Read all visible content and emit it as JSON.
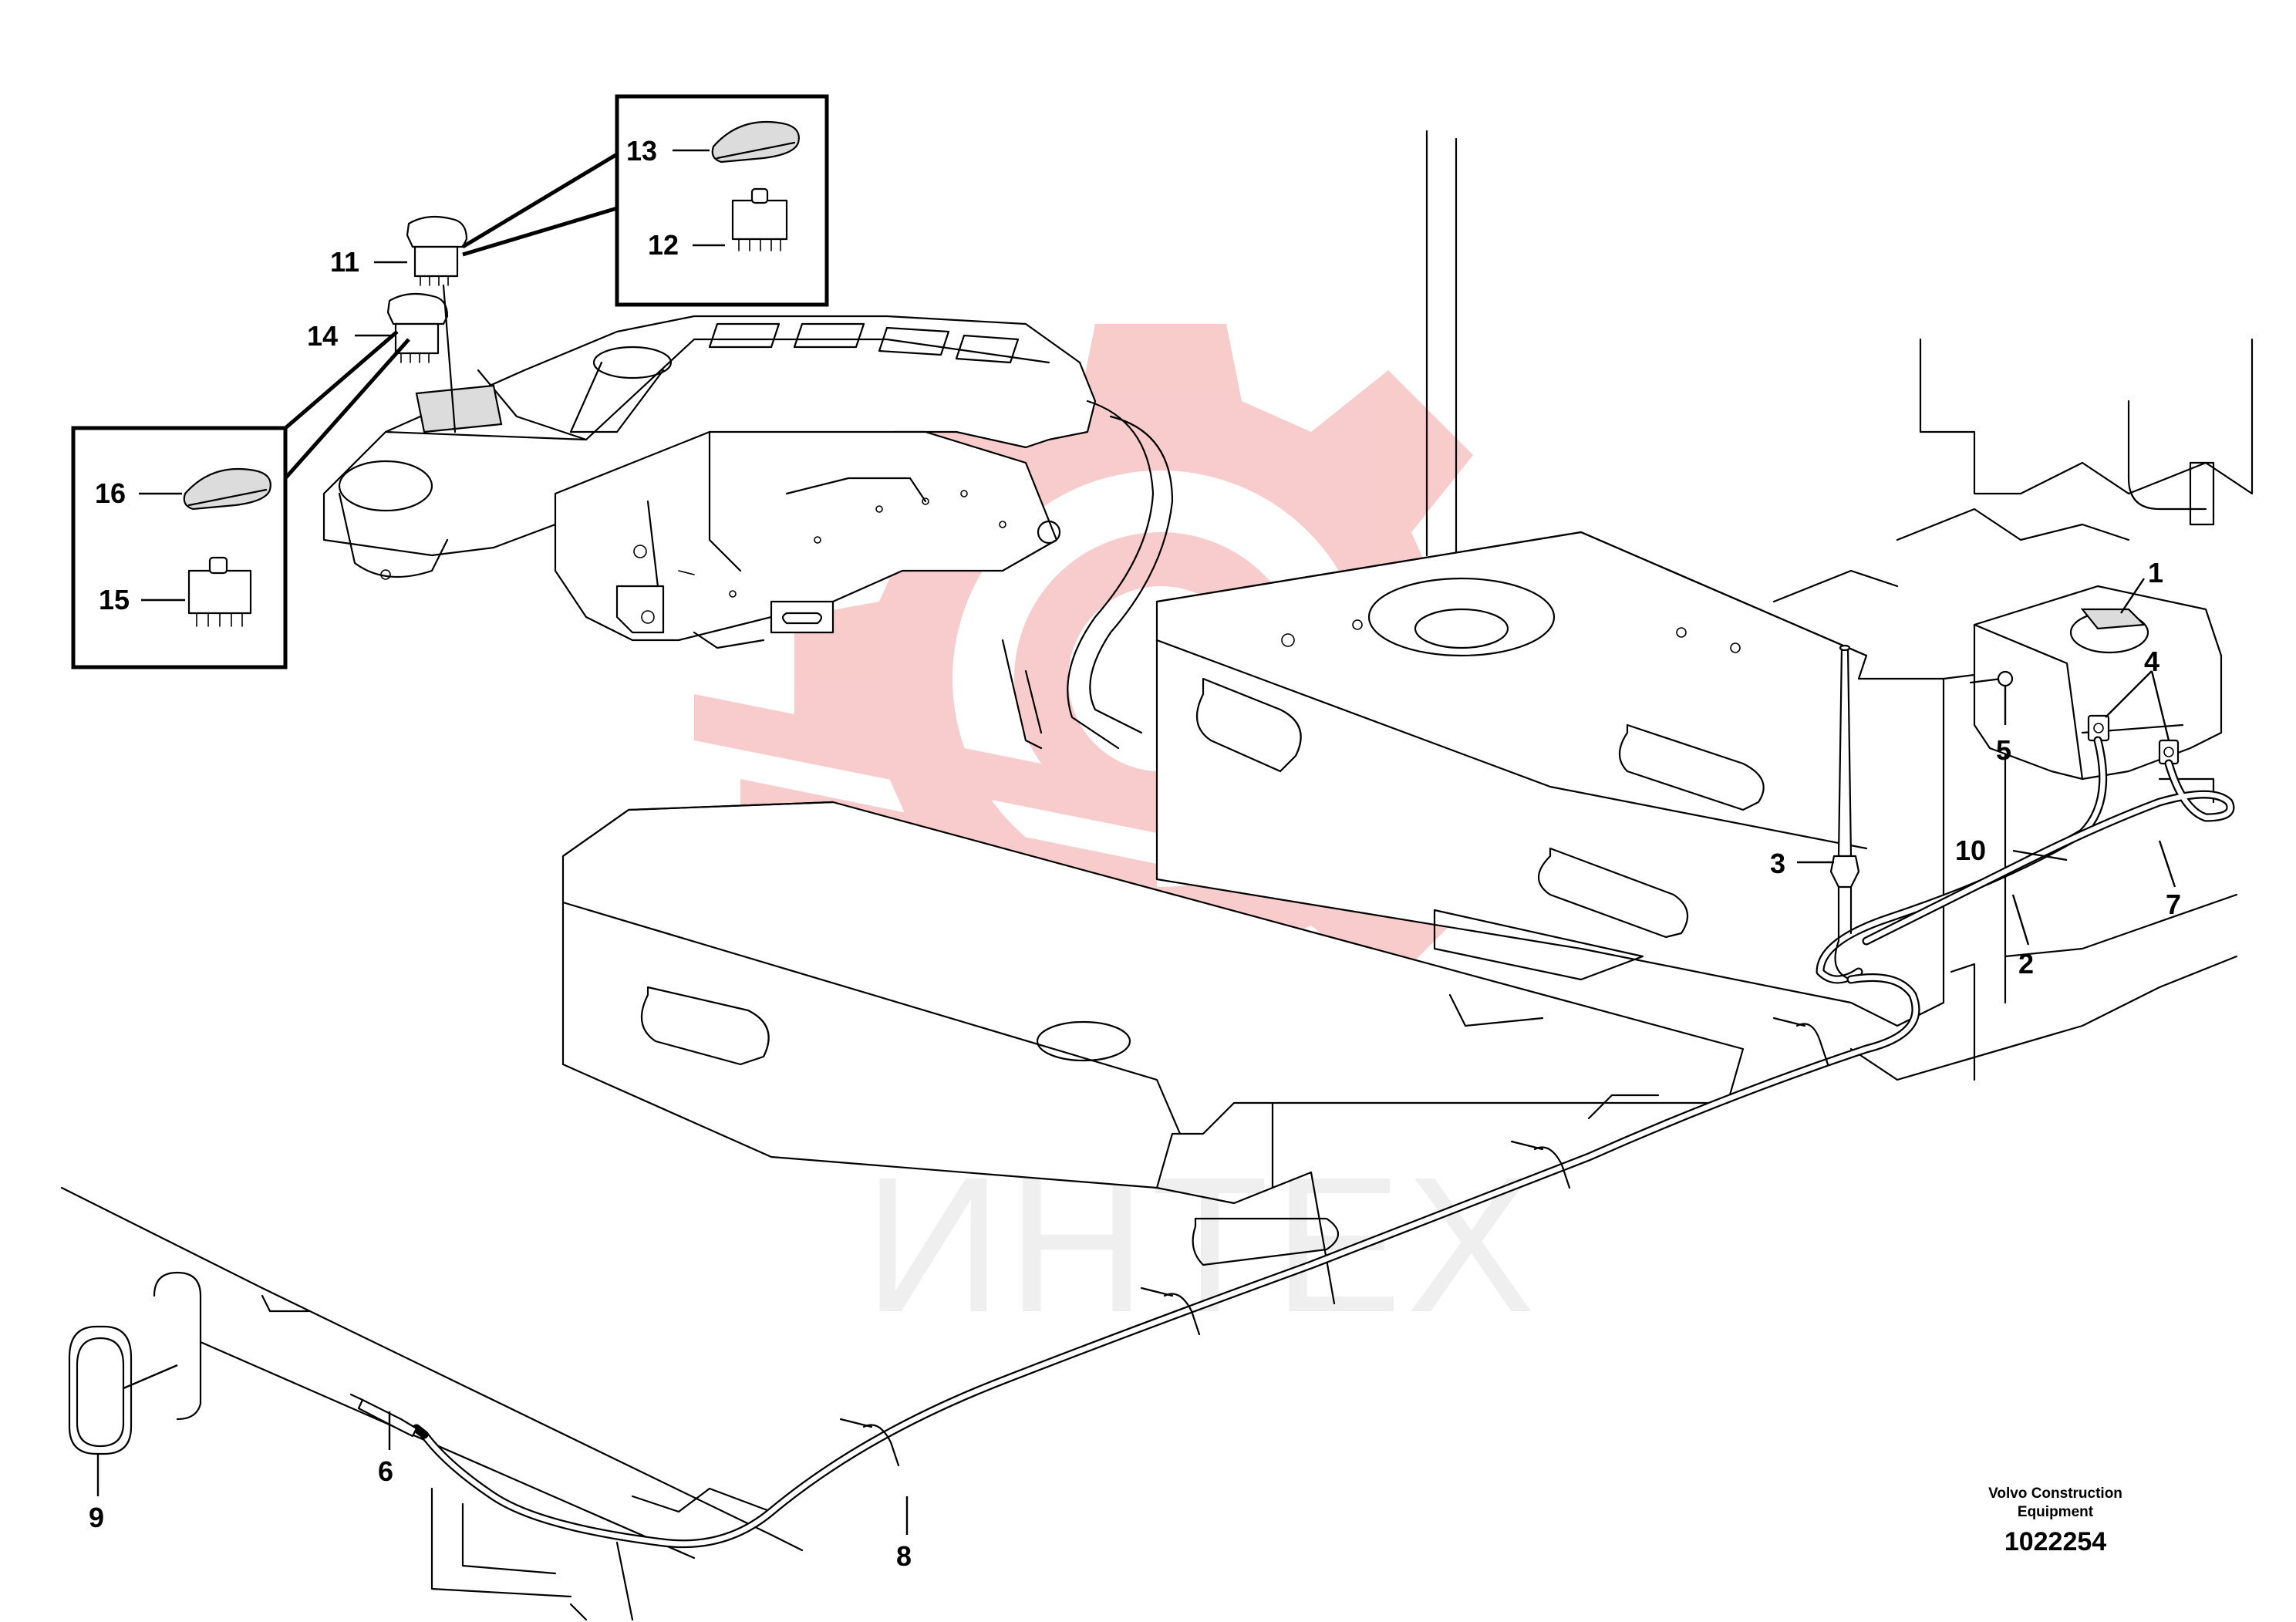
{
  "watermark": {
    "text": "ИНТЕХ",
    "color_gear": "#f4a3a3",
    "color_text": "#d9d9d9"
  },
  "credit": {
    "line1": "Volvo Construction",
    "line2": "Equipment",
    "part_number": "1022254"
  },
  "callouts": {
    "c1": "1",
    "c2": "2",
    "c3": "3",
    "c4": "4",
    "c5": "5",
    "c6": "6",
    "c7": "7",
    "c8": "8",
    "c9": "9",
    "c10": "10",
    "c11": "11",
    "c12": "12",
    "c13": "13",
    "c14": "14",
    "c15": "15",
    "c16": "16"
  }
}
